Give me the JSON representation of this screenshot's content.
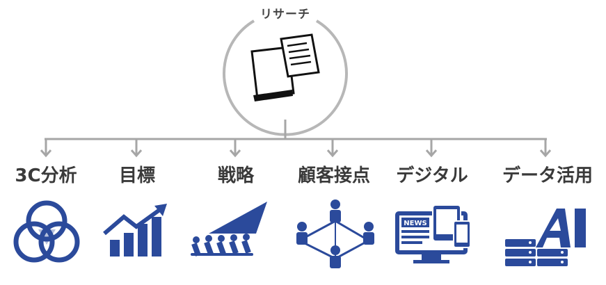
{
  "root": {
    "label": "リサーチ",
    "icon": "documents-icon"
  },
  "categories": [
    {
      "label": "3C分析",
      "icon": "three-circles-venn-icon"
    },
    {
      "label": "目標",
      "icon": "bar-chart-growth-icon"
    },
    {
      "label": "戦略",
      "icon": "team-pushing-arrow-icon"
    },
    {
      "label": "顧客接点",
      "icon": "customer-network-icon"
    },
    {
      "label": "デジタル",
      "icon": "news-devices-icon"
    },
    {
      "label": "データ活用",
      "icon": "ai-server-icon"
    }
  ],
  "colors": {
    "icon": "#2b4a9b",
    "line": "#a6a6a6",
    "text": "#3a3a3a"
  }
}
